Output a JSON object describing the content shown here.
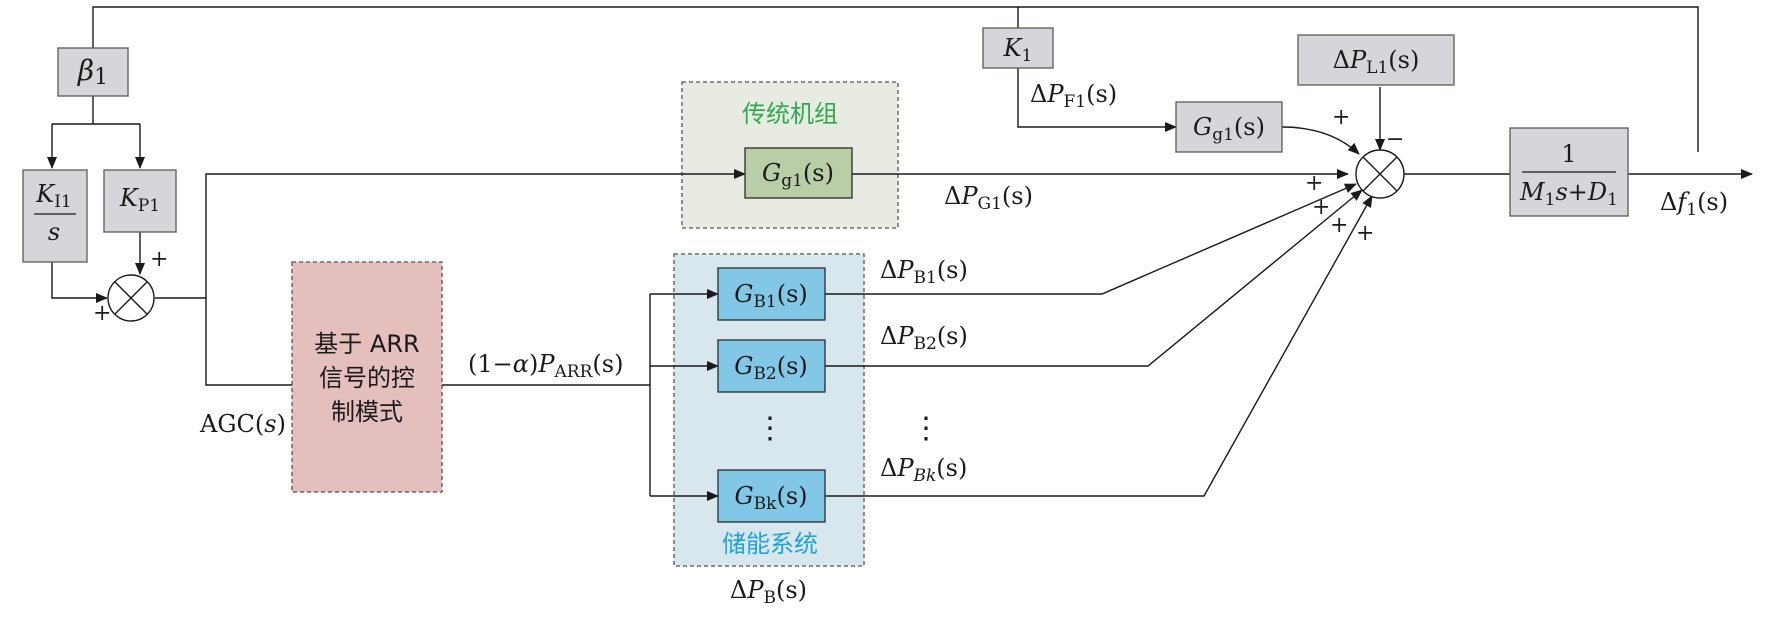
{
  "colors": {
    "conventional_panel": "#e7ebe1",
    "conventional_title": "#2fa84f",
    "storage_panel": "#d8e6ee",
    "storage_title": "#1ea4d8",
    "arr_block": "#e4bfbd",
    "storage_block": "#82c8e6",
    "conventional_block": "#b9cda6",
    "gray_block": "#d4d6da"
  },
  "panels": {
    "conventional_units": "传统机组",
    "energy_storage": "储能系统"
  },
  "arr_block": {
    "line1": "基于 ARR",
    "line2": "信号的控",
    "line3": "制模式"
  },
  "blocks": {
    "beta1": {
      "sym": "β",
      "sub": "1"
    },
    "k1": {
      "sym": "K",
      "sub": "1"
    },
    "ki1": {
      "sym": "K",
      "sub": "I1",
      "den": "s"
    },
    "kp1": {
      "sym": "K",
      "sub": "P1"
    },
    "gg1_upper": {
      "sym": "G",
      "sub": "g1",
      "arg": "(s)"
    },
    "gg1_conv": {
      "sym": "G",
      "sub": "g1",
      "arg": "(s)"
    },
    "dpl1": {
      "pre": "Δ",
      "sym": "P",
      "sub": "L1",
      "arg": "(s)"
    },
    "gb1": {
      "sym": "G",
      "sub": "B1",
      "arg": "(s)"
    },
    "gb2": {
      "sym": "G",
      "sub": "B2",
      "arg": "(s)"
    },
    "gbk": {
      "sym": "G",
      "sub": "Bk",
      "arg": "(s)"
    },
    "plant": {
      "num": "1",
      "den_sym1": "M",
      "den_sub": "1",
      "den_mid": "s+",
      "den_sym2": "D",
      "den_sub2": "1"
    }
  },
  "ellipsis": "⋮",
  "signals": {
    "dpf1": {
      "pre": "Δ",
      "sym": "P",
      "sub": "F1",
      "arg": "(s)"
    },
    "dpg1": {
      "pre": "Δ",
      "sym": "P",
      "sub": "G1",
      "arg": "(s)"
    },
    "dpb1": {
      "pre": "Δ",
      "sym": "P",
      "sub": "B1",
      "arg": "(s)"
    },
    "dpb2": {
      "pre": "Δ",
      "sym": "P",
      "sub": "B2",
      "arg": "(s)"
    },
    "dpbk": {
      "pre": "Δ",
      "sym": "P",
      "sub": "Bk",
      "arg": "(s)"
    },
    "dpb": {
      "pre": "Δ",
      "sym": "P",
      "sub": "B",
      "arg": "(s)"
    },
    "df1": {
      "pre": "Δ",
      "sym": "f",
      "sub": "1",
      "arg": "(s)"
    },
    "agc": {
      "pre": "AGC(",
      "var": "s",
      "post": ")"
    },
    "parr": {
      "pre": "(1−",
      "alpha": "α",
      "mid": ")",
      "sym": "P",
      "sub": "ARR",
      "arg": "(s)"
    }
  },
  "signs": {
    "plus": "+",
    "minus": "−"
  }
}
